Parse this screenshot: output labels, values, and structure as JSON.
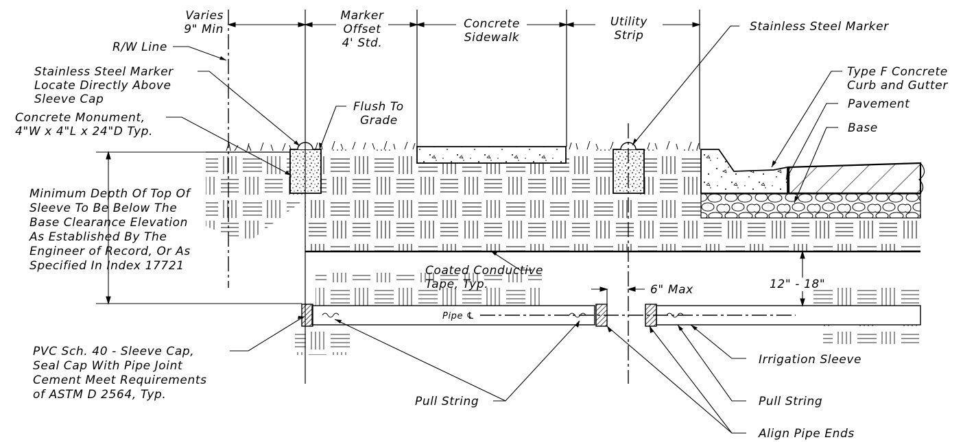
{
  "labels": {
    "varies_1": "Varies",
    "varies_2": "9\" Min",
    "marker_1": "Marker",
    "marker_2": "Offset",
    "marker_3": "4' Std.",
    "sidewalk_1": "Concrete",
    "sidewalk_2": "Sidewalk",
    "utility_1": "Utility",
    "utility_2": "Strip",
    "ss_marker_right": "Stainless Steel Marker",
    "rw_line": "R/W Line",
    "ss_marker_left_1": "Stainless Steel Marker",
    "ss_marker_left_2": "Locate Directly Above",
    "ss_marker_left_3": "Sleeve Cap",
    "flush_1": "Flush To",
    "flush_2": "Grade",
    "monument_1": "Concrete Monument,",
    "monument_2": "4\"W x 4\"L x 24\"D Typ.",
    "curb_1": "Type F Concrete",
    "curb_2": "Curb and Gutter",
    "pavement": "Pavement",
    "base": "Base",
    "min_depth_1": "Minimum Depth Of Top Of",
    "min_depth_2": "Sleeve To Be Below The",
    "min_depth_3": "Base Clearance Elevation",
    "min_depth_4": "As Established By The",
    "min_depth_5": "Engineer of Record, Or As",
    "min_depth_6": "Specified In Index 17721",
    "tape_1": "Coated Conductive",
    "tape_2": "Tape, Typ.",
    "max_gap": "6\" Max",
    "cover": "12\" - 18\"",
    "pipe_cl": "Pipe ℄",
    "pvc_1": "PVC Sch. 40 - Sleeve Cap,",
    "pvc_2": "Seal Cap With Pipe Joint",
    "pvc_3": "Cement Meet Requirements",
    "pvc_4": "of ASTM D 2564, Typ.",
    "irrigation_sleeve": "Irrigation Sleeve",
    "pull_string_left": "Pull String",
    "pull_string_right": "Pull String",
    "align_pipe_ends": "Align Pipe Ends"
  }
}
